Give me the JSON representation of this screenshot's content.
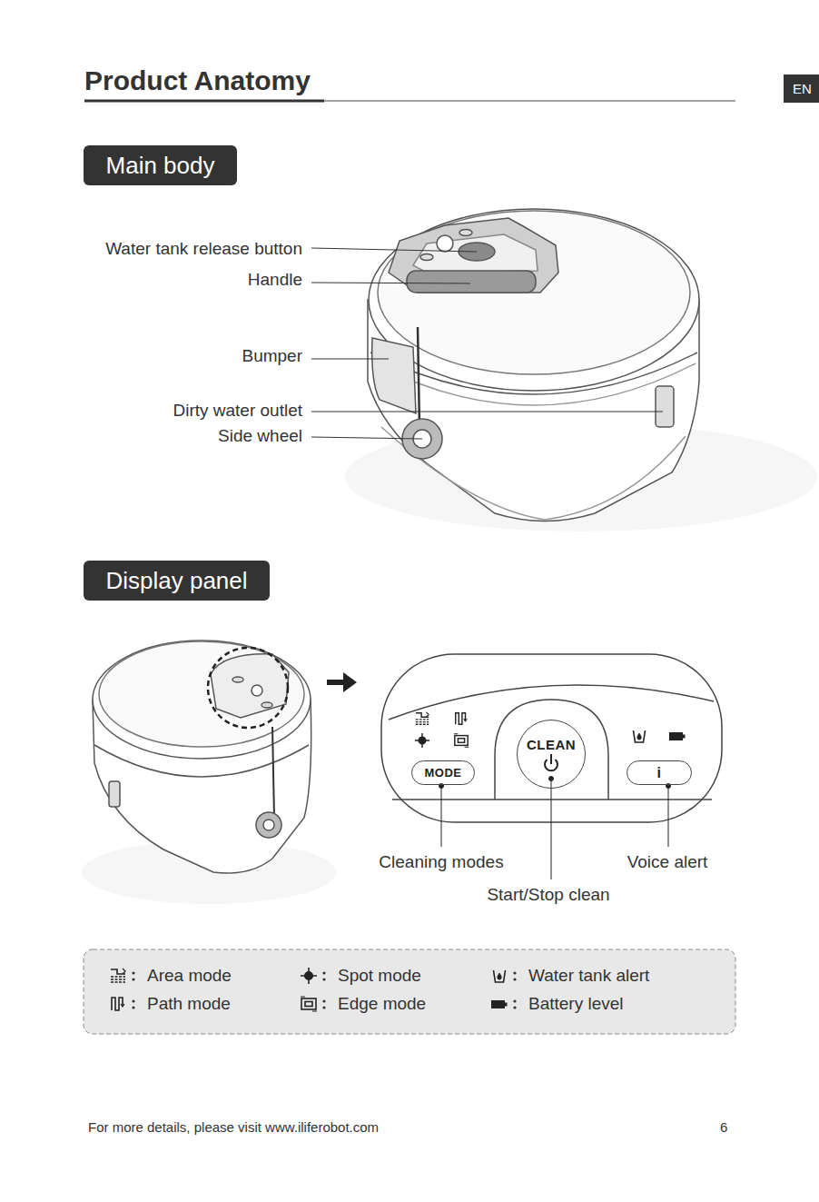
{
  "diagram": {
    "title": "Product Anatomy",
    "nodes": [
      {
        "text": [
          "EN"
        ]
      },
      {
        "text": [
          "Main body"
        ]
      },
      {
        "text": [
          "Display panel"
        ]
      },
      {
        "text": [
          "MODE"
        ]
      },
      {
        "text": [
          "CLEAN"
        ]
      },
      {
        "text": [
          "i"
        ]
      }
    ],
    "labels": [
      "Water tank release button",
      "Handle",
      "Bumper",
      "Dirty water outlet",
      "Side wheel",
      "Cleaning modes",
      "Start/Stop clean",
      "Voice alert",
      "For more details, please visit www.iliferobot.com",
      "6"
    ],
    "legend": [
      {
        "text": "Area mode"
      },
      {
        "text": "Spot mode"
      },
      {
        "text": "Water tank alert"
      },
      {
        "text": "Path mode"
      },
      {
        "text": "Edge mode"
      },
      {
        "text": "Battery level"
      }
    ]
  }
}
